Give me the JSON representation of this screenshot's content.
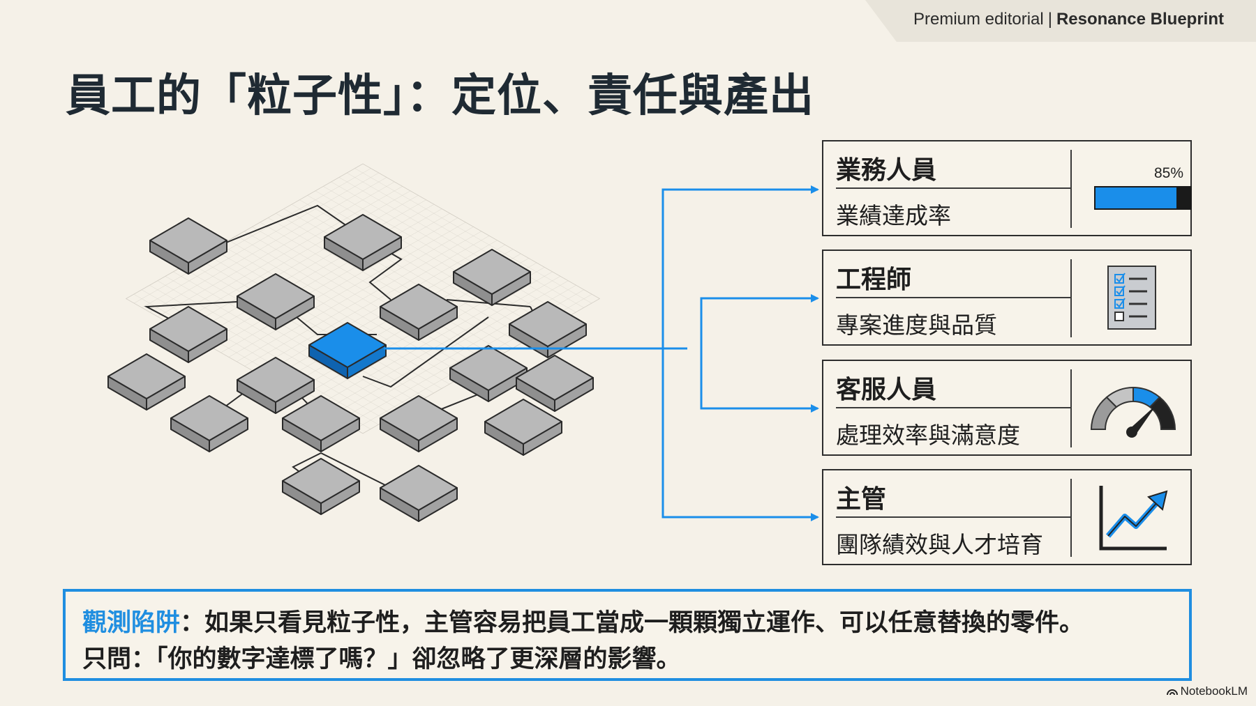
{
  "header": {
    "brand_prefix": "Premium editorial",
    "brand_separator": "|",
    "brand_name": "Resonance Blueprint"
  },
  "title": "員工的「粒子性」：定位、責任與產出",
  "roles": [
    {
      "name": "業務人員",
      "metric": "業績達成率",
      "visual": "progress-bar",
      "progress_label": "85%",
      "progress_value": 0.85
    },
    {
      "name": "工程師",
      "metric": "專案進度與品質",
      "visual": "checklist-icon"
    },
    {
      "name": "客服人員",
      "metric": "處理效率與滿意度",
      "visual": "gauge-icon"
    },
    {
      "name": "主管",
      "metric": "團隊績效與人才培育",
      "visual": "growth-chart-icon"
    }
  ],
  "note": {
    "keyword": "觀測陷阱",
    "line1_rest": "：如果只看見粒子性，主管容易把員工當成一顆顆獨立運作、可以任意替換的零件。",
    "line2": "只問：「你的數字達標了嗎？」卻忽略了更深層的影響。"
  },
  "footer": {
    "brand": "NotebookLM"
  },
  "colors": {
    "background": "#f5f1e8",
    "accent_blue": "#1a8eea",
    "tile_gray": "#b8b8b8",
    "text_dark": "#1f2a33"
  }
}
